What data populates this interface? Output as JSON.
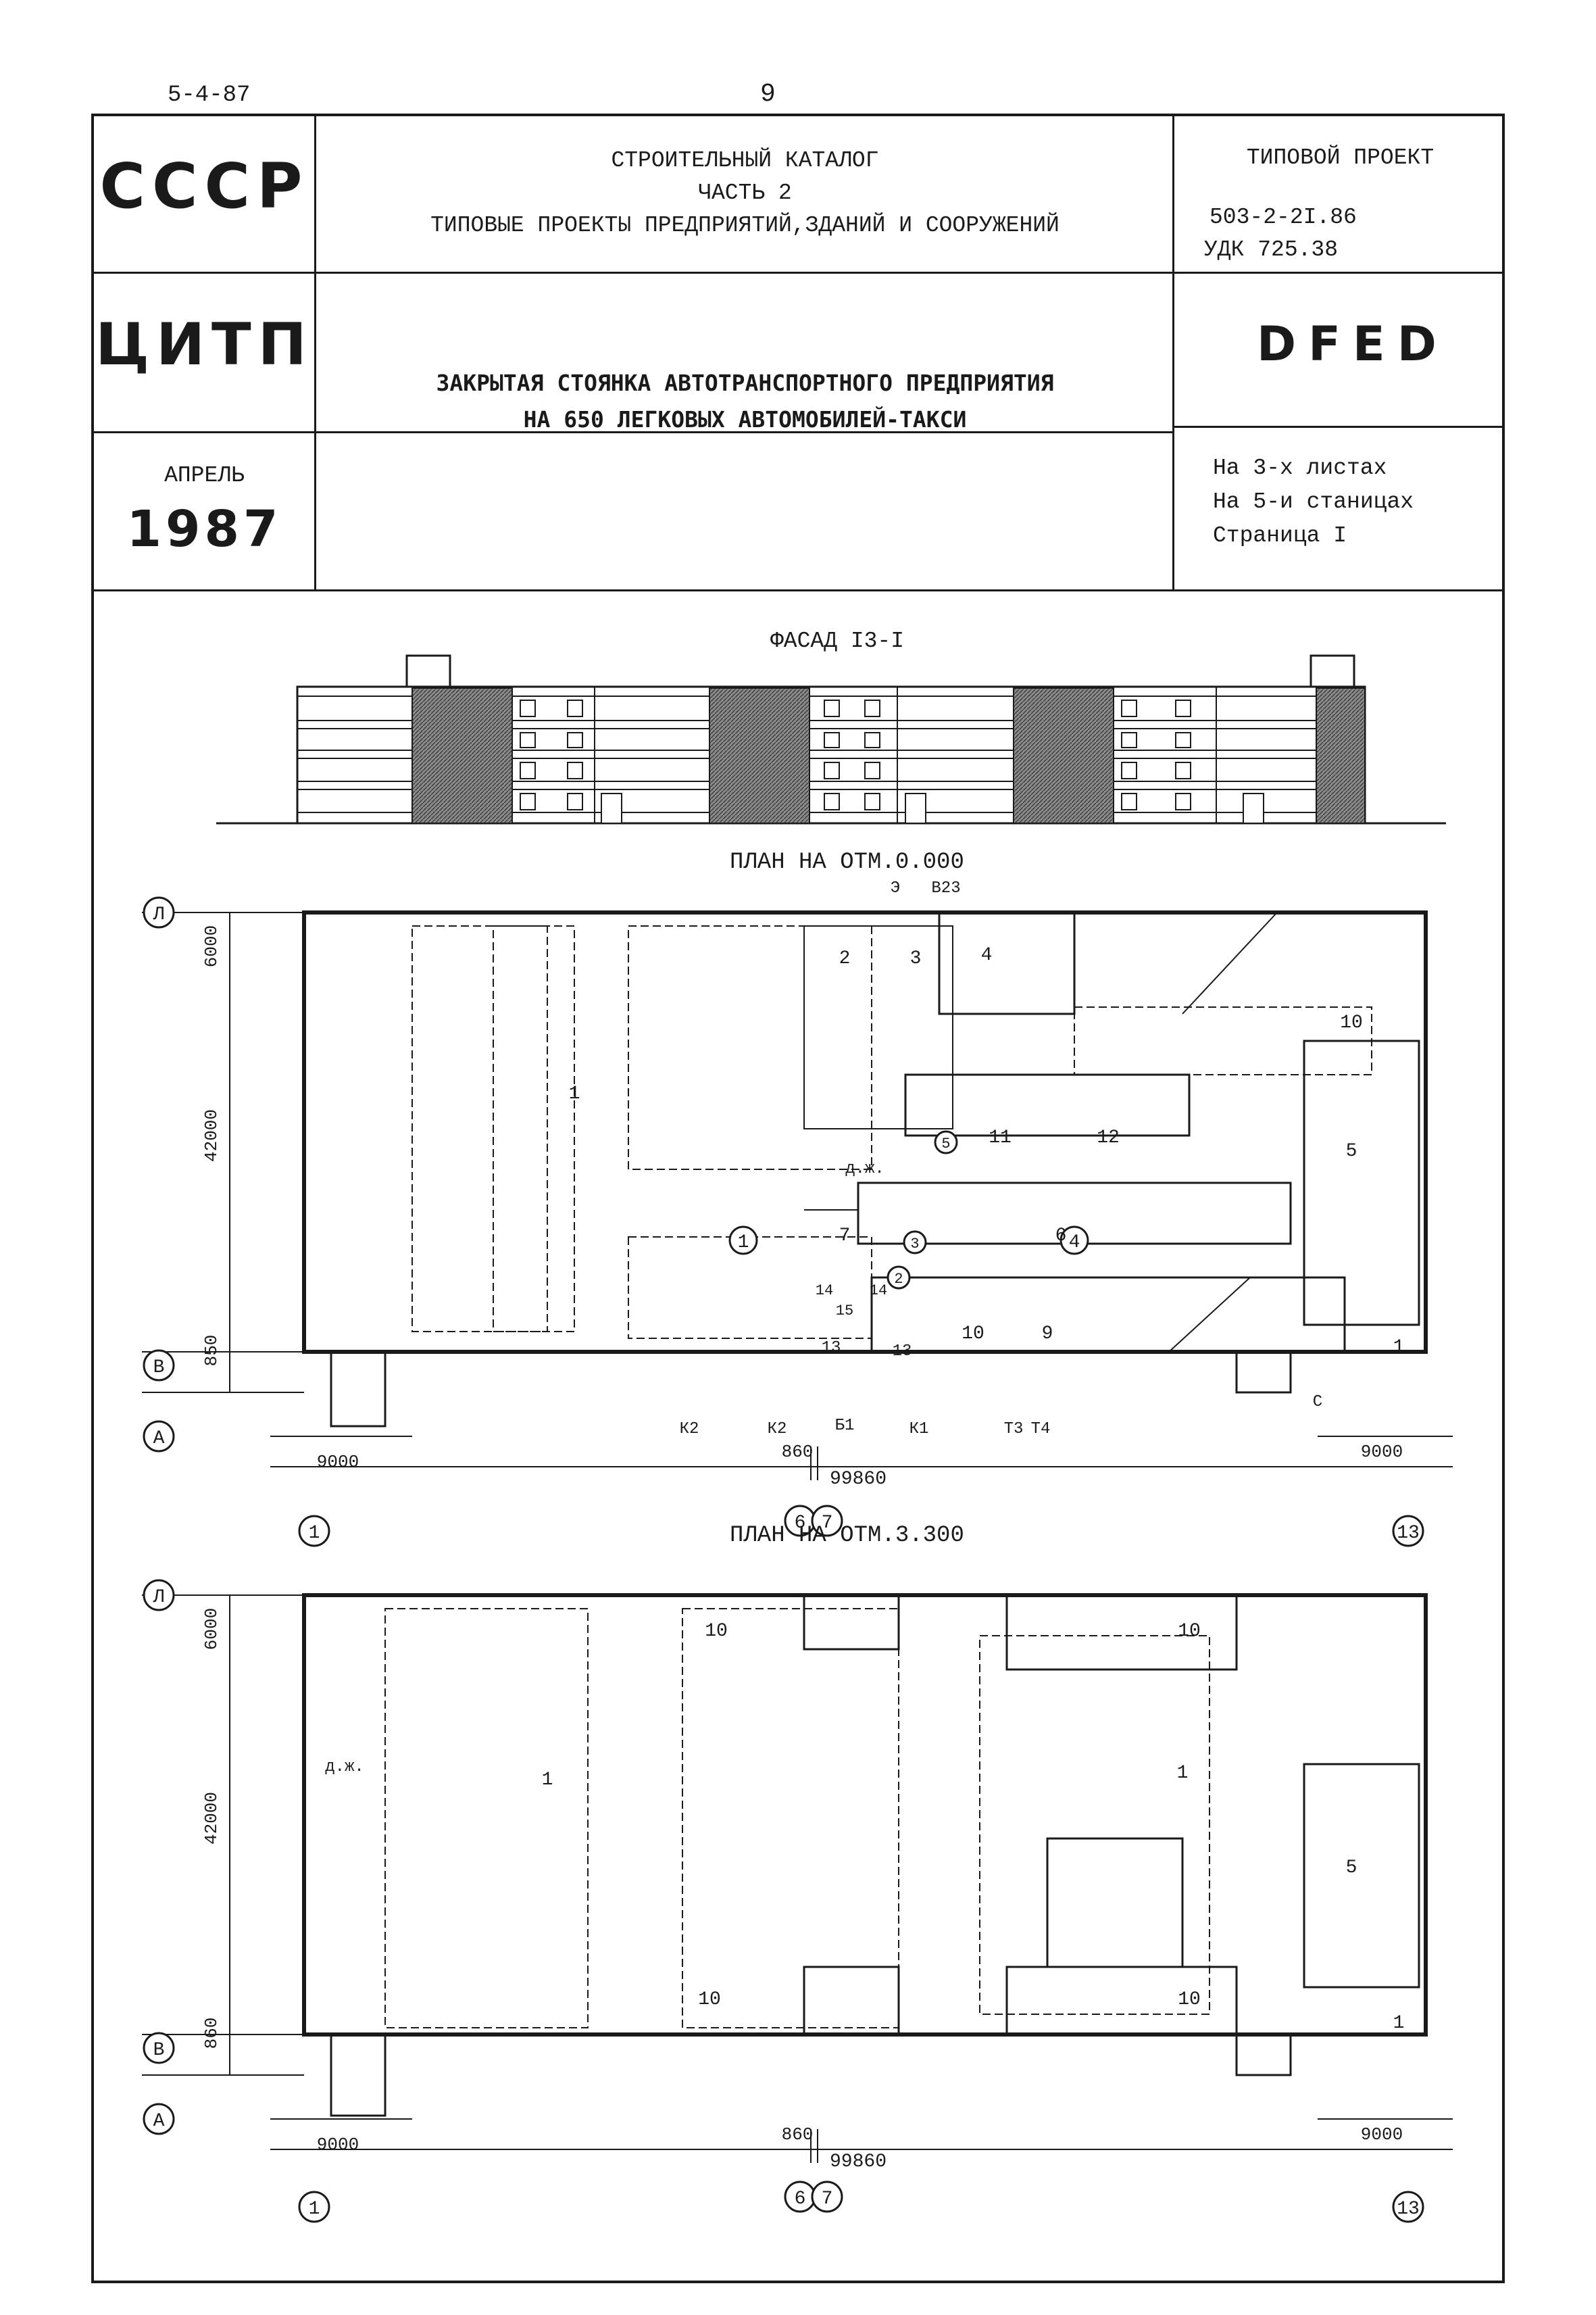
{
  "page_code": "5-4-87",
  "page_number": "9",
  "header": {
    "country": "СССР",
    "org": "ЦИТП",
    "month": "АПРЕЛЬ",
    "year": "1987",
    "catalog_lines": [
      "СТРОИТЕЛЬНЫЙ КАТАЛОГ",
      "ЧАСТЬ 2",
      "ТИПОВЫЕ ПРОЕКТЫ ПРЕДПРИЯТИЙ,ЗДАНИЙ И СООРУЖЕНИЙ"
    ],
    "project_type": "ТИПОВОЙ ПРОЕКТ",
    "project_number": "503-2-2I.86",
    "udk": "УДК 725.38",
    "title_lines": [
      "ЗАКРЫТАЯ СТОЯНКА АВТОТРАНСПОРТНОГО ПРЕДПРИЯТИЯ",
      "НА 650 ЛЕГКОВЫХ АВТОМОБИЛЕЙ-ТАКСИ"
    ],
    "code": "DFED",
    "sheets_lines": [
      "На 3-х листах",
      "На 5-и станицах",
      "Страница I"
    ]
  },
  "facade": {
    "title": "ФАСАД I3-I"
  },
  "plan1": {
    "title": "ПЛАН НА ОТМ.0.000",
    "axis_rows": [
      "Л",
      "В",
      "А"
    ],
    "axis_cols": [
      "1",
      "6",
      "7",
      "13"
    ],
    "dims": {
      "d6000": "6000",
      "d42000": "42000",
      "d850": "850",
      "d9000a": "9000",
      "d9000b": "9000",
      "d860": "860",
      "d99860": "99860"
    },
    "rooms": [
      "1",
      "2",
      "3",
      "4",
      "5",
      "6",
      "7",
      "9",
      "10",
      "10",
      "11",
      "12",
      "13",
      "13",
      "14",
      "14",
      "15"
    ],
    "circled": [
      "1",
      "2",
      "3",
      "4",
      "5"
    ],
    "labels": {
      "dzh": "д.ж.",
      "e": "Э",
      "v23": "В23",
      "k1": "К1",
      "k2": "К2",
      "b1": "Б1",
      "t3": "Т3",
      "t4": "Т4",
      "c": "С"
    },
    "section_mark": "1"
  },
  "plan2": {
    "title": "ПЛАН НА ОТМ.3.300",
    "axis_rows": [
      "Л",
      "В",
      "А"
    ],
    "axis_cols": [
      "1",
      "6",
      "7",
      "13"
    ],
    "dims": {
      "d6000": "6000",
      "d42000": "42000",
      "d860a": "860",
      "d9000a": "9000",
      "d9000b": "9000",
      "d860b": "860",
      "d99860": "99860"
    },
    "rooms": [
      "1",
      "1",
      "5",
      "10",
      "10",
      "10",
      "10"
    ],
    "labels": {
      "dzh": "д.ж."
    },
    "section_mark": "1"
  }
}
